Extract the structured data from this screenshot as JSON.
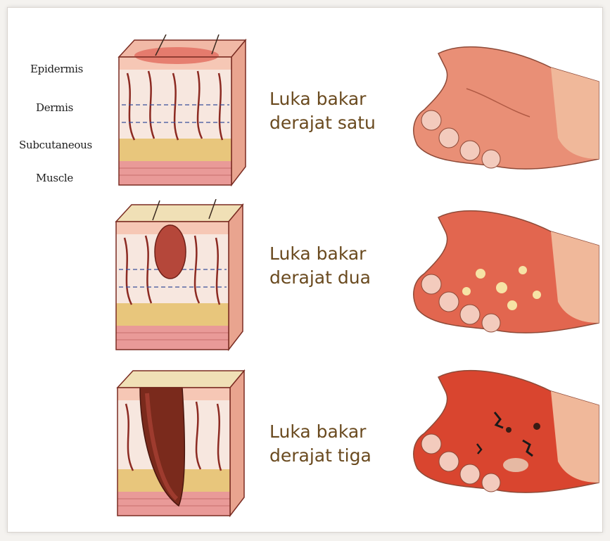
{
  "layer_labels": {
    "epidermis": "Epidermis",
    "dermis": "Dermis",
    "subcutaneous": "Subcutaneous",
    "muscle": "Muscle"
  },
  "rows": [
    {
      "line1": "Luka bakar",
      "line2": "derajat satu"
    },
    {
      "line1": "Luka bakar",
      "line2": "derajat dua"
    },
    {
      "line1": "Luka bakar",
      "line2": "derajat tiga"
    }
  ],
  "colors": {
    "caption_text": "#6a4a1f",
    "skin": "#f2c2a0",
    "burn_red": "#d9452f",
    "muscle_pink": "#e99a98",
    "fat_yellow": "#e8c67c"
  },
  "icons": {
    "skin_block": "skin-cross-section",
    "hand": "burned-hand"
  }
}
